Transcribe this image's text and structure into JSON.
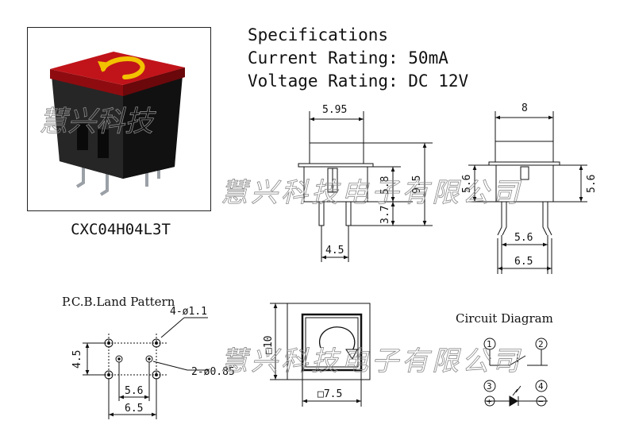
{
  "specifications": {
    "heading": "Specifications",
    "current_rating": "Current Rating: 50mA",
    "voltage_rating": "Voltage Rating: DC 12V"
  },
  "model_number": "CXC04H04L3T",
  "dims_front": {
    "width_top": "5.95",
    "body_height": "5.8",
    "total_height": "9.5",
    "pin_length": "3.7",
    "pin_spacing": "4.5"
  },
  "dims_side": {
    "width_top": "8",
    "left_height": "5.6",
    "right_height": "5.6",
    "pin_spacing": "5.6",
    "outer_width": "6.5"
  },
  "pcb": {
    "title": "P.C.B.Land Pattern",
    "hole_large": "4-ø1.1",
    "hole_small": "2-ø0.85",
    "vertical_spacing": "4.5",
    "inner_spacing": "5.6",
    "outer_spacing": "6.5"
  },
  "top_view": {
    "outer_size": "□10",
    "inner_size": "□7.5"
  },
  "circuit": {
    "title": "Circuit Diagram",
    "pin1": "1",
    "pin2": "2",
    "pin3": "3",
    "pin4": "4",
    "plus": "+",
    "minus": "−"
  },
  "watermark": {
    "short": "慧兴科技",
    "long": "慧兴科技电子有限公司"
  },
  "colors": {
    "button_red": "#c0141a",
    "arrow_yellow": "#f2c200",
    "body_black": "#1a1a1a"
  }
}
